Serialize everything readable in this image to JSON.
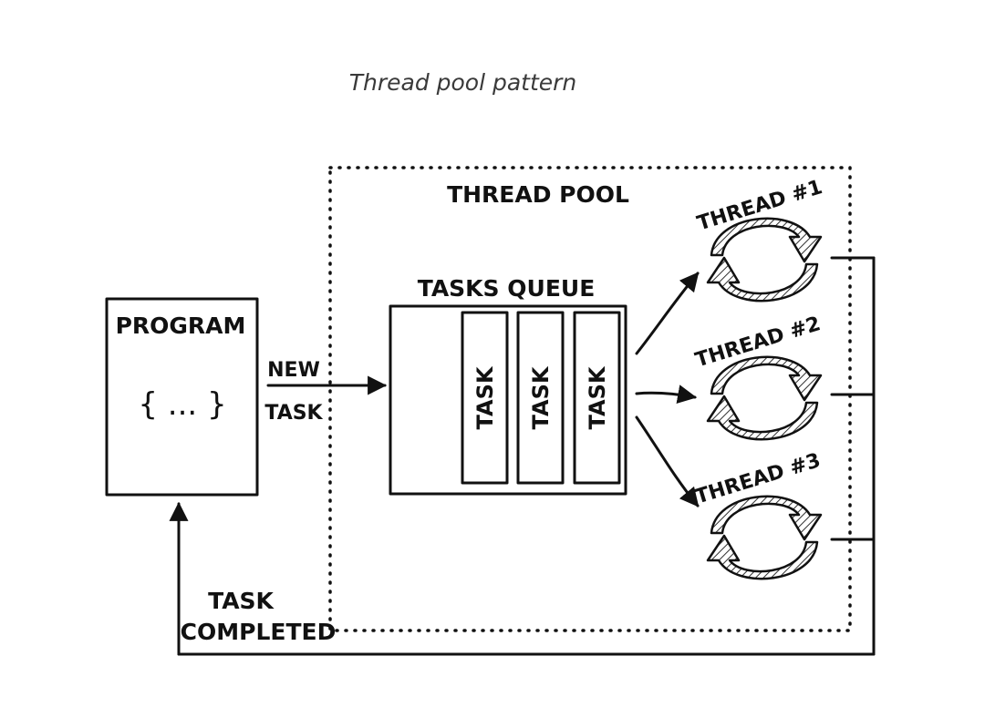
{
  "caption": "Thread pool pattern",
  "pool": {
    "label": "THREAD POOL"
  },
  "program": {
    "label": "PROGRAM",
    "code": "{ ... }"
  },
  "new_task": {
    "line1": "NEW",
    "line2": "TASK"
  },
  "queue": {
    "label": "TASKS QUEUE",
    "tasks": [
      "TASK",
      "TASK",
      "TASK"
    ]
  },
  "threads": [
    "THREAD #1",
    "THREAD #2",
    "THREAD #3"
  ],
  "completed": {
    "line1": "TASK",
    "line2": "COMPLETED"
  }
}
